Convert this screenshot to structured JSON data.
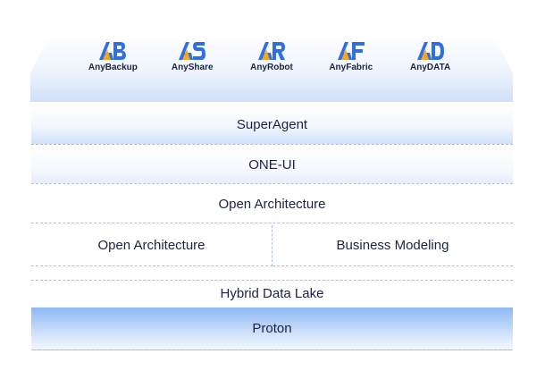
{
  "products": [
    {
      "name": "AnyBackup",
      "icon": "anybackup-logo-icon",
      "letters": "AB"
    },
    {
      "name": "AnyShare",
      "icon": "anyshare-logo-icon",
      "letters": "AS"
    },
    {
      "name": "AnyRobot",
      "icon": "anyrobot-logo-icon",
      "letters": "AR"
    },
    {
      "name": "AnyFabric",
      "icon": "anyfabric-logo-icon",
      "letters": "AF"
    },
    {
      "name": "AnyDATA",
      "icon": "anydata-logo-icon",
      "letters": "AD"
    }
  ],
  "layers": {
    "superagent": "SuperAgent",
    "oneui": "ONE-UI",
    "open_architecture_top": "Open Architecture",
    "open_architecture_left": "Open Architecture",
    "business_modeling": "Business Modeling",
    "hybrid_data_lake": "Hybrid Data Lake",
    "proton": "Proton"
  },
  "colors": {
    "logo_blue": "#2f6fe0",
    "logo_orange": "#f5a623",
    "accent_blue": "#8db9f4"
  }
}
